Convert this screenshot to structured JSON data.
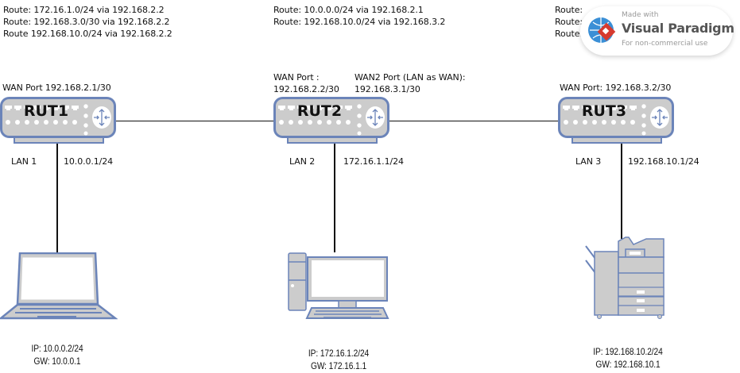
{
  "rut1": {
    "name": "RUT1",
    "routes": [
      "Route: 172.16.1.0/24 via 192.168.2.2",
      "Route:  192.168.3.0/30 via 192.168.2.2",
      "Route 192.168.10.0/24 via 192.168.2.2"
    ],
    "wan": "WAN Port 192.168.2.1/30",
    "lan_name": "LAN 1",
    "lan_ip": "10.0.0.1/24"
  },
  "rut2": {
    "name": "RUT2",
    "routes": [
      "Route: 10.0.0.0/24 via 192.168.2.1",
      "Route: 192.168.10.0/24 via 192.168.3.2"
    ],
    "wan_label": "WAN Port :",
    "wan_ip": "192.168.2.2/30",
    "wan2_label": "WAN2 Port (LAN as WAN):",
    "wan2_ip": "192.168.3.1/30",
    "lan_name": "LAN 2",
    "lan_ip": "172.16.1.1/24"
  },
  "rut3": {
    "name": "RUT3",
    "routes": [
      "Route:",
      "Route:",
      "Route:"
    ],
    "wan": "WAN Port: 192.168.3.2/30",
    "lan_name": "LAN 3",
    "lan_ip": "192.168.10.1/24"
  },
  "laptop": {
    "ip": "IP: 10.0.0.2/24",
    "gw": "GW: 10.0.0.1"
  },
  "desktop": {
    "ip": "IP:  172.16.1.2/24",
    "gw": "GW: 172.16.1.1"
  },
  "printer": {
    "ip": "IP:  192.168.10.2/24",
    "gw": "GW: 192.168.10.1"
  },
  "watermark": {
    "line1": "Made with",
    "line2": "Visual Paradigm",
    "line3": "For non-commercial use"
  },
  "colors": {
    "stroke": "#6b84b9",
    "fill": "#cccccc"
  }
}
